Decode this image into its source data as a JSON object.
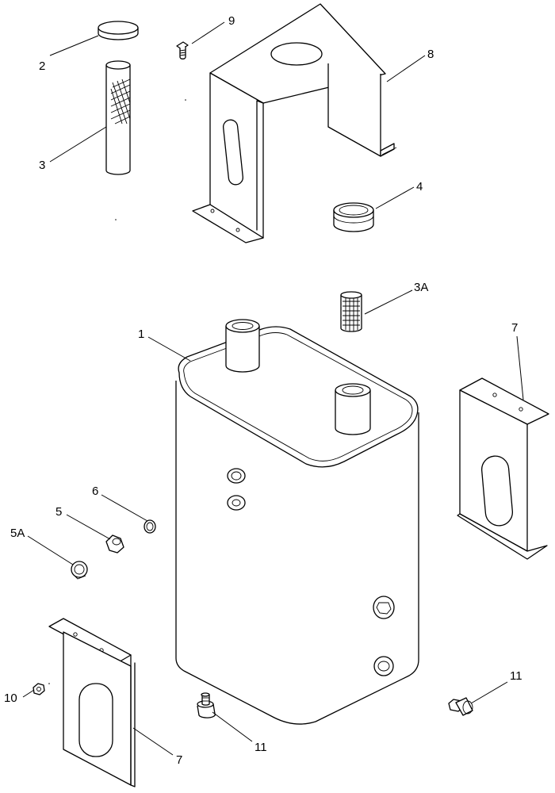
{
  "callouts": {
    "c1": "1",
    "c2": "2",
    "c3": "3",
    "c3a": "3A",
    "c4": "4",
    "c5": "5",
    "c5a": "5A",
    "c6": "6",
    "c7_right": "7",
    "c7_left": "7",
    "c8": "8",
    "c9": "9",
    "c10": "10",
    "c11_right": "11",
    "c11_bottom": "11"
  }
}
